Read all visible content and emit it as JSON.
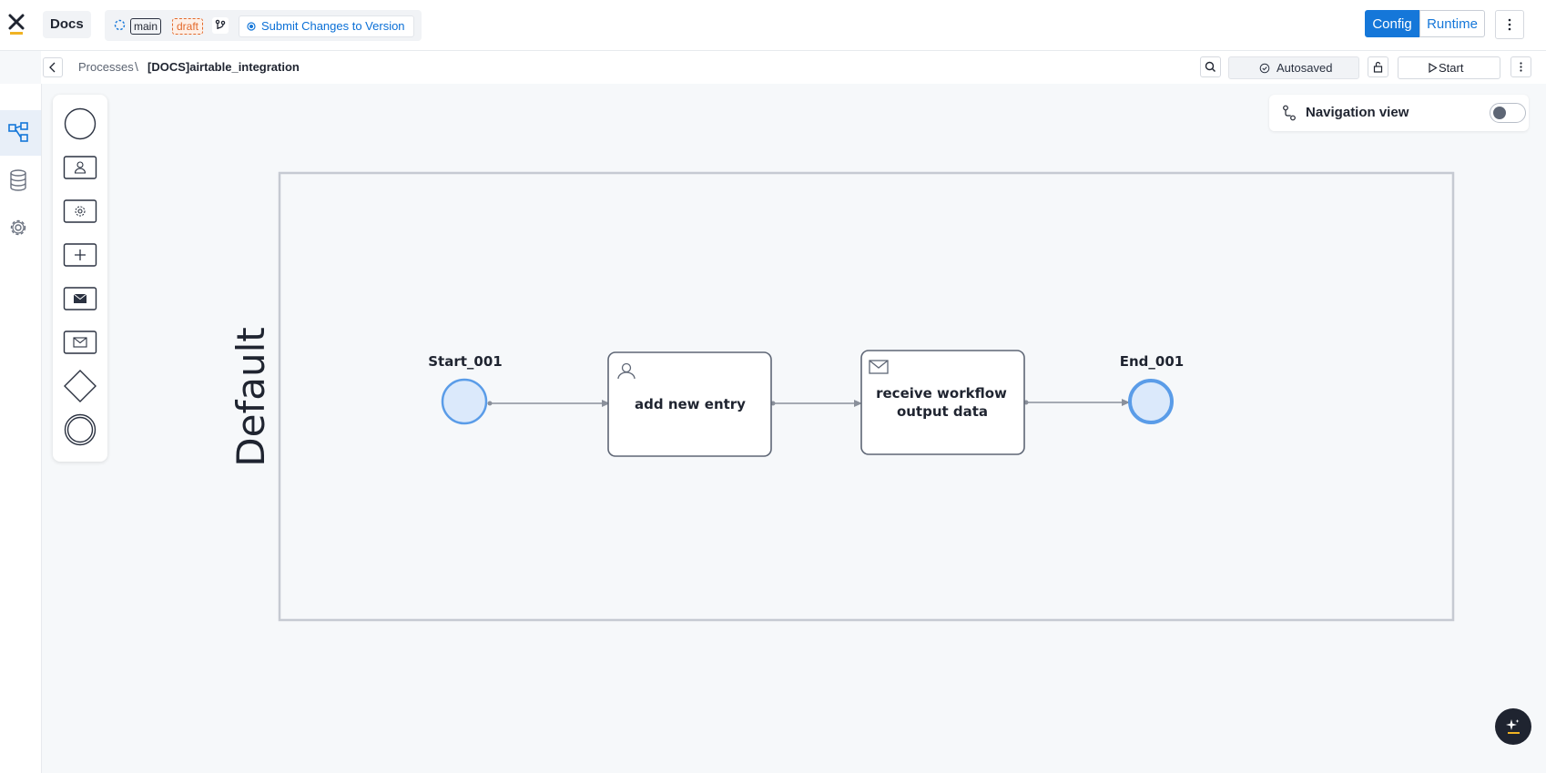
{
  "header": {
    "app_name": "Docs",
    "branch": "main",
    "status": "draft",
    "submit_label": "Submit Changes to Version",
    "config_label": "Config",
    "runtime_label": "Runtime"
  },
  "breadcrumb": {
    "parent": "Processes",
    "separator": "\\",
    "current": "[DOCS]airtable_integration"
  },
  "toolbar": {
    "autosaved_label": "Autosaved",
    "start_label": "Start"
  },
  "navigation_view": {
    "label": "Navigation view",
    "enabled": false
  },
  "sidebar": {
    "items": [
      {
        "icon": "process-diagram-icon",
        "active": true
      },
      {
        "icon": "database-icon",
        "active": false
      },
      {
        "icon": "gear-icon",
        "active": false
      }
    ]
  },
  "palette": {
    "items": [
      "start-event-icon",
      "user-task-icon",
      "service-task-icon",
      "subprocess-icon",
      "send-message-task-icon",
      "receive-message-task-icon",
      "gateway-icon",
      "end-event-icon"
    ]
  },
  "diagram": {
    "pool_label": "Default",
    "start_event": "Start_001",
    "task_1": "add new entry",
    "task_2_line1": "receive workflow",
    "task_2_line2": "output data",
    "end_event": "End_001"
  },
  "colors": {
    "accent": "#1577d9",
    "draft": "#e36a2c",
    "event_fill": "#dbe9fb",
    "event_stroke": "#5a9ce8"
  }
}
